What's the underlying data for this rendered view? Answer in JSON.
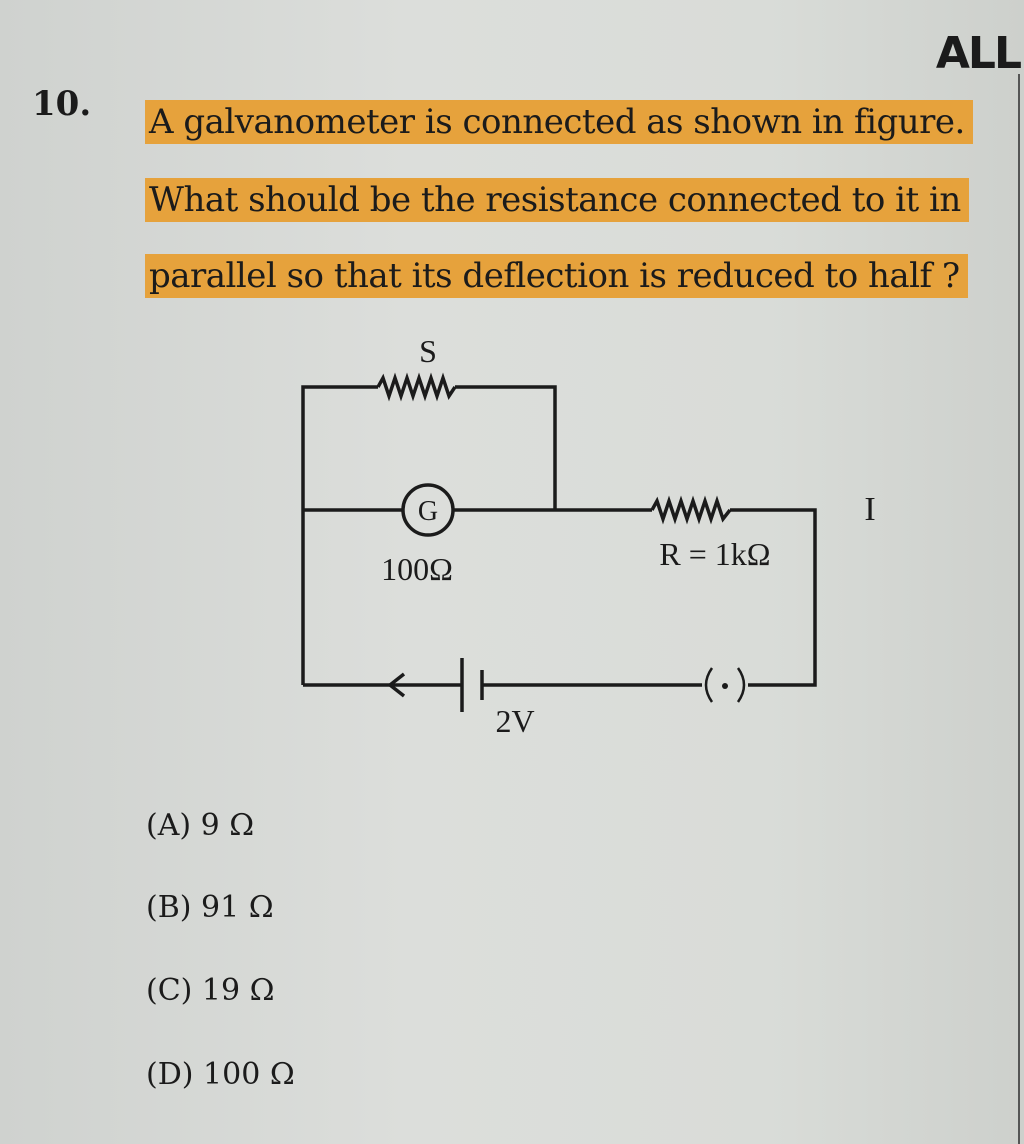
{
  "header": {
    "brand": "ALL"
  },
  "question": {
    "number": "10.",
    "lines": [
      "A galvanometer is connected as shown in figure.",
      "What should be the resistance connected to it in",
      "parallel so that its deflection is reduced to half ?"
    ],
    "highlight_color": "#e6a23c"
  },
  "figure": {
    "shunt_label": "S",
    "galvanometer_symbol": "G",
    "galvanometer_resistance": "100Ω",
    "series_resistance": "R = 1kΩ",
    "battery_voltage": "2V",
    "key_symbol": "(·)",
    "current_label": "I"
  },
  "options": [
    {
      "label": "(A)",
      "value": "9 Ω"
    },
    {
      "label": "(B)",
      "value": "91 Ω"
    },
    {
      "label": "(C)",
      "value": "19 Ω"
    },
    {
      "label": "(D)",
      "value": "100 Ω"
    }
  ]
}
